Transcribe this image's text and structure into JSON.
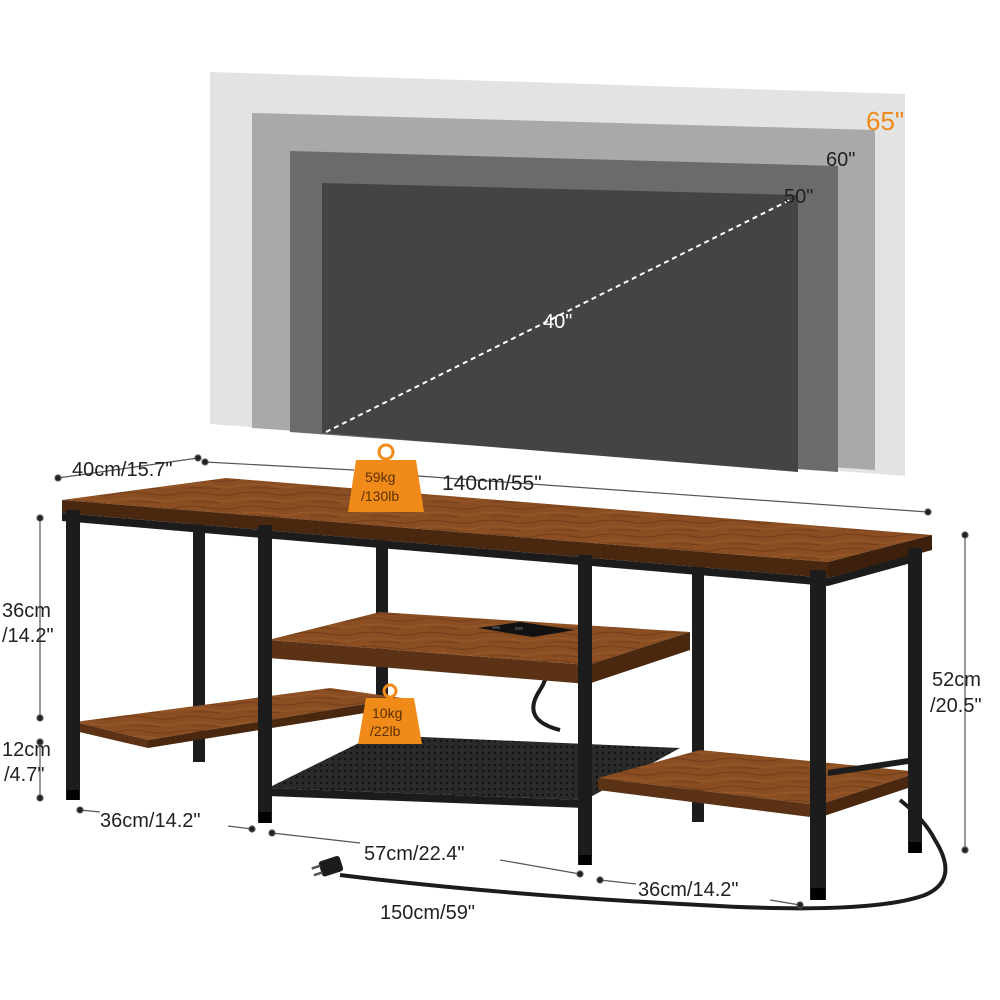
{
  "colors": {
    "accent": "#f08a18",
    "wood": "#8a4e22",
    "wood_dark": "#5b3216",
    "metal": "#1c1c1c",
    "tv_65": "#e3e3e3",
    "tv_60": "#a9a9a9",
    "tv_50": "#6b6b6b",
    "tv_40": "#444444"
  },
  "tv_sizes": {
    "s65": "65\"",
    "s60": "60\"",
    "s50": "50\"",
    "s40": "40\""
  },
  "dimensions": {
    "depth": "40cm/15.7\"",
    "width": "140cm/55\"",
    "upper_height_1": "36cm",
    "upper_height_2": "/14.2\"",
    "lower_height_1": "12cm",
    "lower_height_2": "/4.7\"",
    "total_height_1": "52cm",
    "total_height_2": "/20.5\"",
    "left_section": "36cm/14.2\"",
    "middle_section": "57cm/22.4\"",
    "right_section": "36cm/14.2\"",
    "cable_length": "150cm/59\""
  },
  "load_capacity": {
    "top_1": "59kg",
    "top_2": "/130lb",
    "mesh_1": "10kg",
    "mesh_2": "/22lb"
  },
  "icons": [
    "weight-icon",
    "power-plug-icon",
    "power-strip-icon"
  ]
}
